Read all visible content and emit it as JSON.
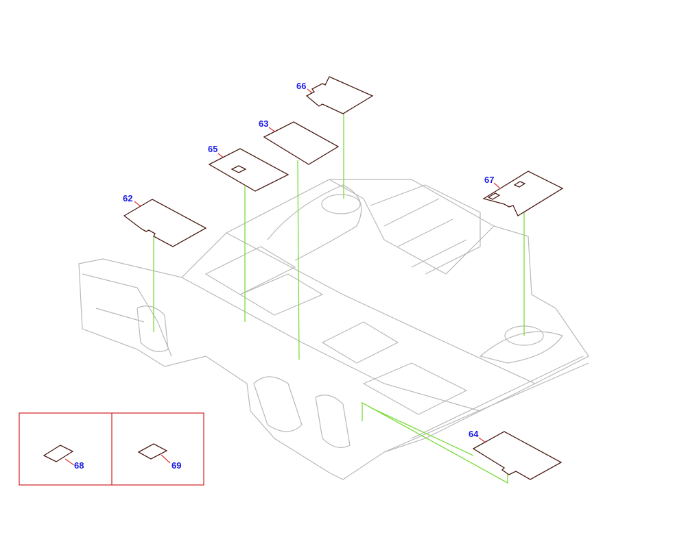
{
  "callouts": {
    "p62": "62",
    "p63": "63",
    "p64": "64",
    "p65": "65",
    "p66": "66",
    "p67": "67",
    "p68": "68",
    "p69": "69"
  },
  "colors": {
    "label": "#1a1ae6",
    "leader": "#e03030",
    "part_outline": "#4a1a14",
    "guide_line": "#7ddc3a",
    "floor_outline": "#b8b8b8",
    "inset_frame": "#d02020"
  }
}
